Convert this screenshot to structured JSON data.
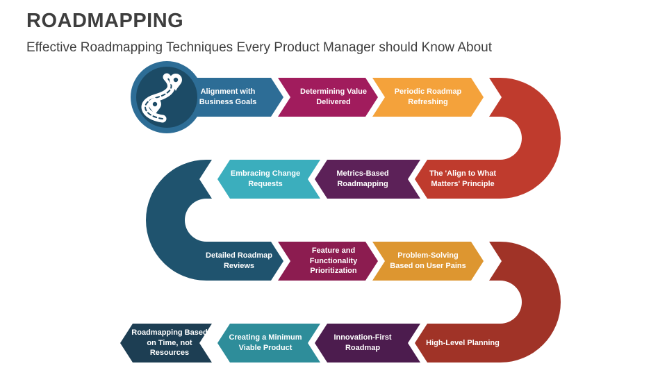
{
  "slide": {
    "title": "ROADMAPPING",
    "subtitle": "Effective Roadmapping Techniques Every Product Manager should Know About"
  },
  "colors": {
    "background": "#FFFFFF",
    "title_text": "#3E3E3E",
    "subtitle_text": "#3E3E3E",
    "label_text": "#FFFFFF",
    "circle_ring": "#2D6D96",
    "circle_fill": "#1C4B66",
    "icon": "#FFFFFF"
  },
  "icon": {
    "name": "s-shaped-road-with-map-pins"
  },
  "steps": [
    {
      "label": "Alignment with Business Goals",
      "color": "#2D6D96"
    },
    {
      "label": "Determining Value Delivered",
      "color": "#A11C5D"
    },
    {
      "label": "Periodic Roadmap Refreshing",
      "color": "#F4A23B"
    },
    {
      "label": "The 'Align to What Matters' Principle",
      "color": "#BF3B2D"
    },
    {
      "label": "Metrics-Based Roadmapping",
      "color": "#5C2158"
    },
    {
      "label": "Embracing Change Requests",
      "color": "#3BAEBD"
    },
    {
      "label": "Detailed Roadmap Reviews",
      "color": "#1F536E"
    },
    {
      "label": "Feature and Functionality Prioritization",
      "color": "#8C1C50"
    },
    {
      "label": "Problem-Solving Based on User Pains",
      "color": "#DD9630"
    },
    {
      "label": "High-Level Planning",
      "color": "#A03327"
    },
    {
      "label": "Innovation-First Roadmap",
      "color": "#4C1C4E"
    },
    {
      "label": "Creating a Minimum Viable Product",
      "color": "#2E8D9A"
    },
    {
      "label": "Roadmapping Based on Time, not Resources",
      "color": "#1D3E53"
    }
  ]
}
